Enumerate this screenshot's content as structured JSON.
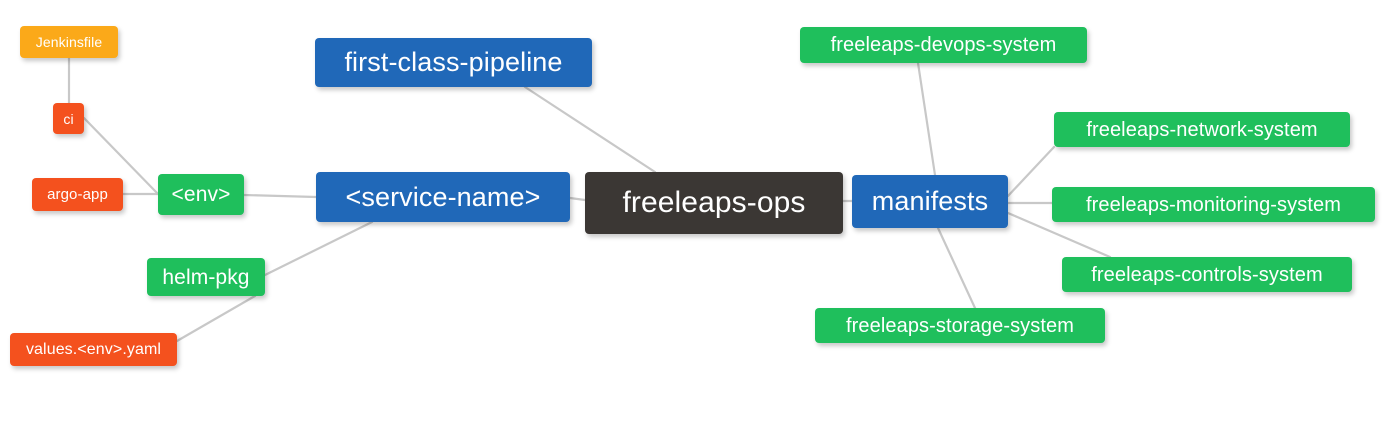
{
  "diagram": {
    "type": "mindmap",
    "title": "freeleaps-ops",
    "background": "#ffffff",
    "edge_color": "#c8c8c8",
    "palette": {
      "root": "#3b3734",
      "blue": "#2068b8",
      "green": "#1fbf5c",
      "orange": "#fba919",
      "red": "#f4511e",
      "text": "#ffffff"
    }
  },
  "nodes": {
    "root": {
      "label": "freeleaps-ops",
      "color": "#3b3734",
      "kind": "root"
    },
    "first_class_pipeline": {
      "label": "first-class-pipeline",
      "color": "#2068b8",
      "kind": "branch"
    },
    "service_name": {
      "label": "<service-name>",
      "color": "#2068b8",
      "kind": "branch"
    },
    "manifests": {
      "label": "manifests",
      "color": "#2068b8",
      "kind": "branch"
    },
    "env": {
      "label": "<env>",
      "color": "#1fbf5c",
      "kind": "leaf"
    },
    "helm_pkg": {
      "label": "helm-pkg",
      "color": "#1fbf5c",
      "kind": "leaf"
    },
    "ci": {
      "label": "ci",
      "color": "#f4511e",
      "kind": "leaf"
    },
    "argo_app": {
      "label": "argo-app",
      "color": "#f4511e",
      "kind": "leaf"
    },
    "values_yaml": {
      "label": "values.<env>.yaml",
      "color": "#f4511e",
      "kind": "leaf"
    },
    "jenkinsfile": {
      "label": "Jenkinsfile",
      "color": "#fba919",
      "kind": "leaf"
    },
    "devops_system": {
      "label": "freeleaps-devops-system",
      "color": "#1fbf5c",
      "kind": "leaf"
    },
    "network_system": {
      "label": "freeleaps-network-system",
      "color": "#1fbf5c",
      "kind": "leaf"
    },
    "monitoring_system": {
      "label": "freeleaps-monitoring-system",
      "color": "#1fbf5c",
      "kind": "leaf"
    },
    "controls_system": {
      "label": "freeleaps-controls-system",
      "color": "#1fbf5c",
      "kind": "leaf"
    },
    "storage_system": {
      "label": "freeleaps-storage-system",
      "color": "#1fbf5c",
      "kind": "leaf"
    }
  },
  "edges": [
    {
      "from": "root",
      "to": "first_class_pipeline"
    },
    {
      "from": "root",
      "to": "service_name"
    },
    {
      "from": "root",
      "to": "manifests"
    },
    {
      "from": "service_name",
      "to": "env"
    },
    {
      "from": "service_name",
      "to": "helm_pkg"
    },
    {
      "from": "env",
      "to": "ci"
    },
    {
      "from": "env",
      "to": "argo_app"
    },
    {
      "from": "ci",
      "to": "jenkinsfile"
    },
    {
      "from": "helm_pkg",
      "to": "values_yaml"
    },
    {
      "from": "manifests",
      "to": "devops_system"
    },
    {
      "from": "manifests",
      "to": "network_system"
    },
    {
      "from": "manifests",
      "to": "monitoring_system"
    },
    {
      "from": "manifests",
      "to": "controls_system"
    },
    {
      "from": "manifests",
      "to": "storage_system"
    }
  ]
}
